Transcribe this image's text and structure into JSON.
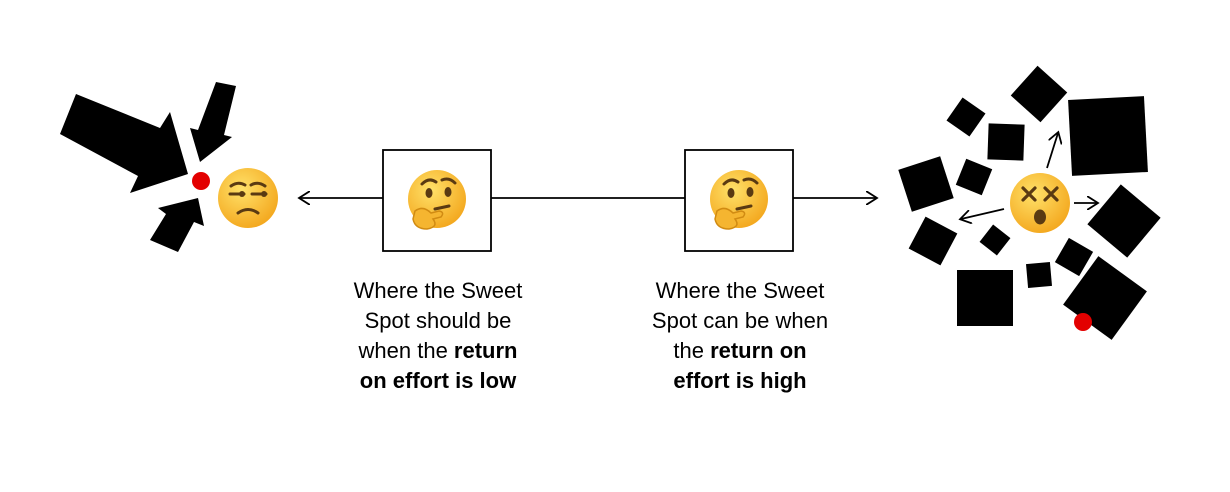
{
  "captions": {
    "low": {
      "line1": "Where the Sweet",
      "line2": "Spot should be",
      "line3_plain": "when the ",
      "line3_bold": "return",
      "line4_bold": "on effort is low"
    },
    "high": {
      "line1": "Where the Sweet",
      "line2": "Spot can be when",
      "line3_plain": "the ",
      "line3_bold": "return on",
      "line4_bold": "effort is high"
    }
  },
  "emojis": {
    "left_face": "unamused-face",
    "thinking_face": "thinking-face",
    "right_face": "dizzy-face"
  },
  "colors": {
    "shape": "#000000",
    "sweet_spot": "#e30000",
    "emoji_yellow": "#f7c02a"
  }
}
